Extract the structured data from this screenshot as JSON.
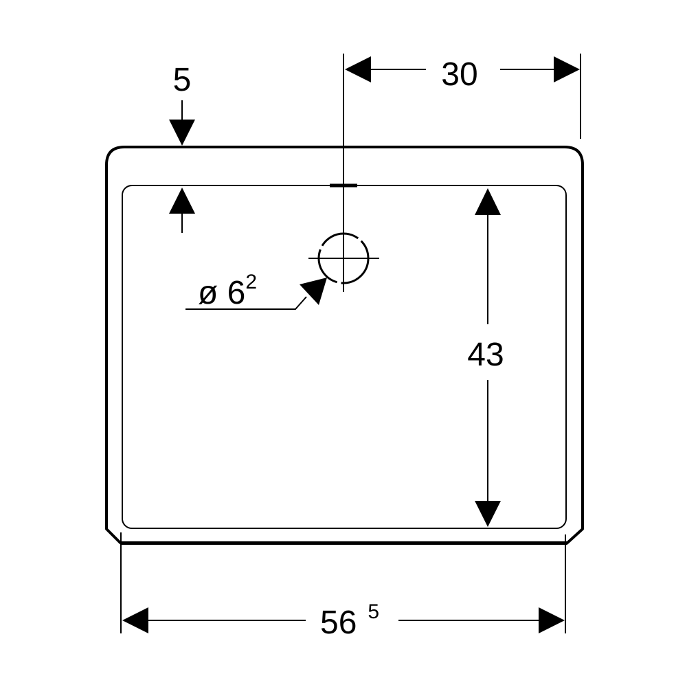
{
  "diagram": {
    "labels": {
      "rim_thickness": "5",
      "drain_offset": "30",
      "drain_diameter_prefix": "ø 6",
      "drain_diameter_sup": "2",
      "inner_depth": "43",
      "outer_width": "56",
      "outer_width_sup": "5"
    },
    "colors": {
      "line": "#000000",
      "background": "#ffffff"
    }
  }
}
